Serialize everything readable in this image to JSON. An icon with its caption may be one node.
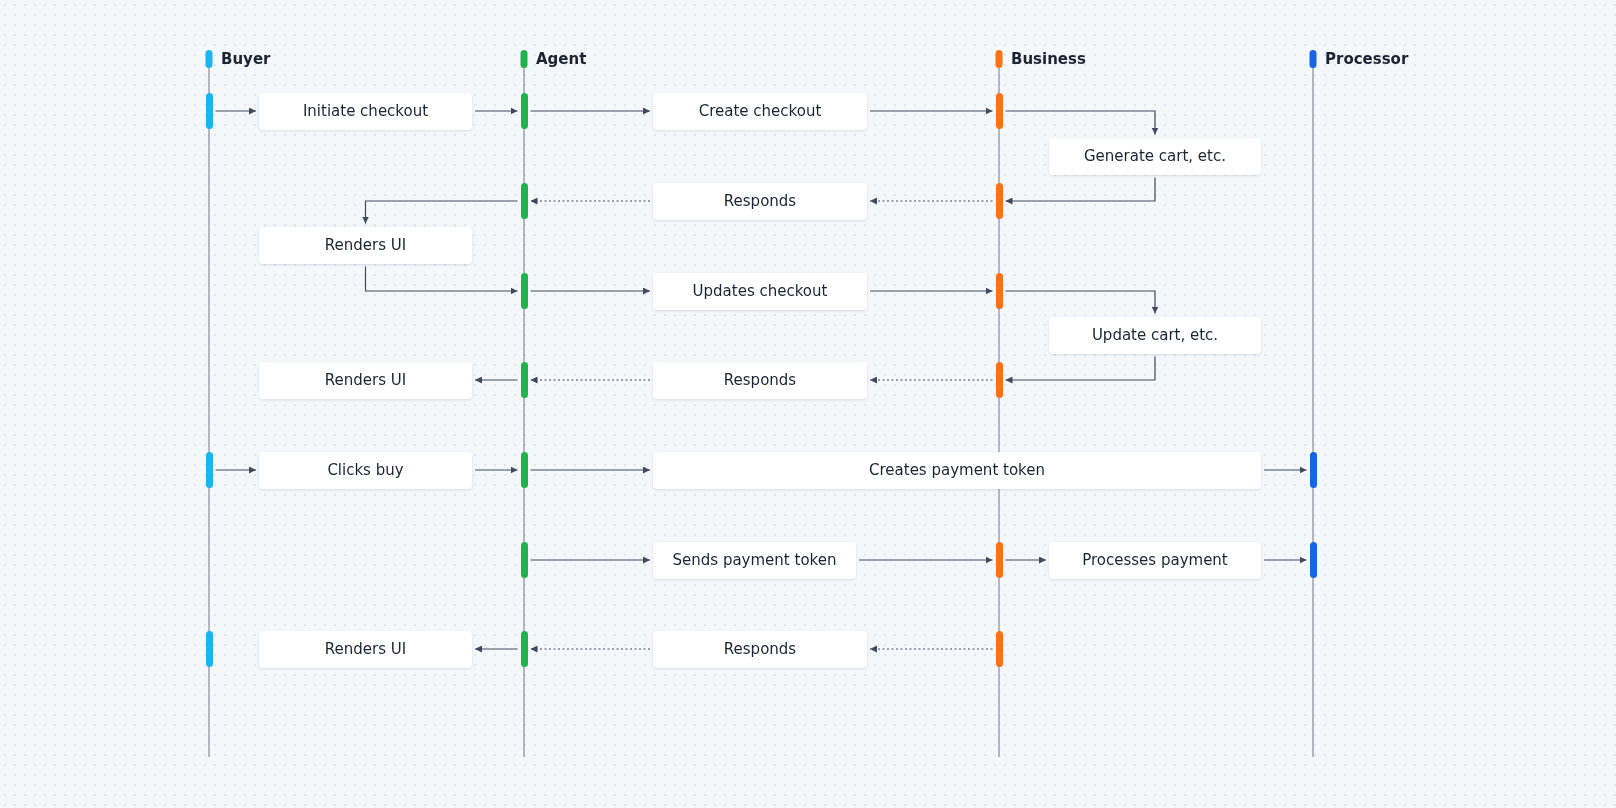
{
  "diagram": {
    "nodes": [
      {
        "text": [
          "Buyer"
        ]
      },
      {
        "text": [
          "Agent"
        ]
      },
      {
        "text": [
          "Business"
        ]
      },
      {
        "text": [
          "Processor"
        ]
      },
      {
        "text": [],
        "shape": "bar"
      },
      {
        "text": [
          "Initiate checkout"
        ]
      },
      {
        "text": [],
        "shape": "bar"
      },
      {
        "text": [
          "Create checkout"
        ]
      },
      {
        "text": [],
        "shape": "bar"
      },
      {
        "text": [
          "Generate cart, etc."
        ]
      },
      {
        "text": [],
        "shape": "bar"
      },
      {
        "text": [
          "Responds"
        ]
      },
      {
        "text": [],
        "shape": "bar"
      },
      {
        "text": [
          "Renders UI"
        ]
      },
      {
        "text": [],
        "shape": "bar"
      },
      {
        "text": [
          "Updates checkout"
        ]
      },
      {
        "text": [],
        "shape": "bar"
      },
      {
        "text": [
          "Update cart, etc."
        ]
      },
      {
        "text": [
          "Renders UI"
        ]
      },
      {
        "text": [],
        "shape": "bar"
      },
      {
        "text": [
          "Responds"
        ]
      },
      {
        "text": [],
        "shape": "bar"
      },
      {
        "text": [],
        "shape": "bar"
      },
      {
        "text": [
          "Clicks buy"
        ]
      },
      {
        "text": [],
        "shape": "bar"
      },
      {
        "text": [
          "Creates payment token"
        ]
      },
      {
        "text": [],
        "shape": "bar"
      },
      {
        "text": [],
        "shape": "bar"
      },
      {
        "text": [
          "Sends payment token"
        ]
      },
      {
        "text": [],
        "shape": "bar"
      },
      {
        "text": [
          "Processes payment"
        ]
      },
      {
        "text": [],
        "shape": "bar"
      },
      {
        "text": [],
        "shape": "bar"
      },
      {
        "text": [
          "Renders UI"
        ]
      },
      {
        "text": [],
        "shape": "bar"
      },
      {
        "text": [
          "Responds"
        ]
      },
      {
        "text": [],
        "shape": "bar"
      }
    ],
    "edges": [
      {
        "from": 4,
        "to": 5,
        "arrow": "to"
      },
      {
        "from": 5,
        "to": 6,
        "arrow": "to"
      },
      {
        "from": 6,
        "to": 7,
        "arrow": "to"
      },
      {
        "from": 7,
        "to": 8,
        "arrow": "to"
      },
      {
        "from": 8,
        "to": 9,
        "arrow": "to"
      },
      {
        "from": 9,
        "to": 12,
        "arrow": "to"
      },
      {
        "from": 12,
        "to": 11,
        "arrow": "to",
        "style": "dashed"
      },
      {
        "from": 11,
        "to": 10,
        "arrow": "to",
        "style": "dashed"
      },
      {
        "from": 10,
        "to": 13,
        "arrow": "to"
      },
      {
        "from": 13,
        "to": 14,
        "arrow": "to"
      },
      {
        "from": 14,
        "to": 15,
        "arrow": "to"
      },
      {
        "from": 15,
        "to": 16,
        "arrow": "to"
      },
      {
        "from": 16,
        "to": 17,
        "arrow": "to"
      },
      {
        "from": 17,
        "to": 21,
        "arrow": "to"
      },
      {
        "from": 21,
        "to": 20,
        "arrow": "to",
        "style": "dashed"
      },
      {
        "from": 20,
        "to": 19,
        "arrow": "to",
        "style": "dashed"
      },
      {
        "from": 19,
        "to": 18,
        "arrow": "to"
      },
      {
        "from": 22,
        "to": 23,
        "arrow": "to"
      },
      {
        "from": 23,
        "to": 24,
        "arrow": "to"
      },
      {
        "from": 24,
        "to": 25,
        "arrow": "to"
      },
      {
        "from": 25,
        "to": 26,
        "arrow": "to"
      },
      {
        "from": 27,
        "to": 28,
        "arrow": "to"
      },
      {
        "from": 28,
        "to": 29,
        "arrow": "to"
      },
      {
        "from": 29,
        "to": 30,
        "arrow": "to"
      },
      {
        "from": 30,
        "to": 31,
        "arrow": "to"
      },
      {
        "from": 36,
        "to": 35,
        "arrow": "to",
        "style": "dashed"
      },
      {
        "from": 35,
        "to": 34,
        "arrow": "to",
        "style": "dashed"
      },
      {
        "from": 34,
        "to": 33,
        "arrow": "to"
      }
    ]
  }
}
